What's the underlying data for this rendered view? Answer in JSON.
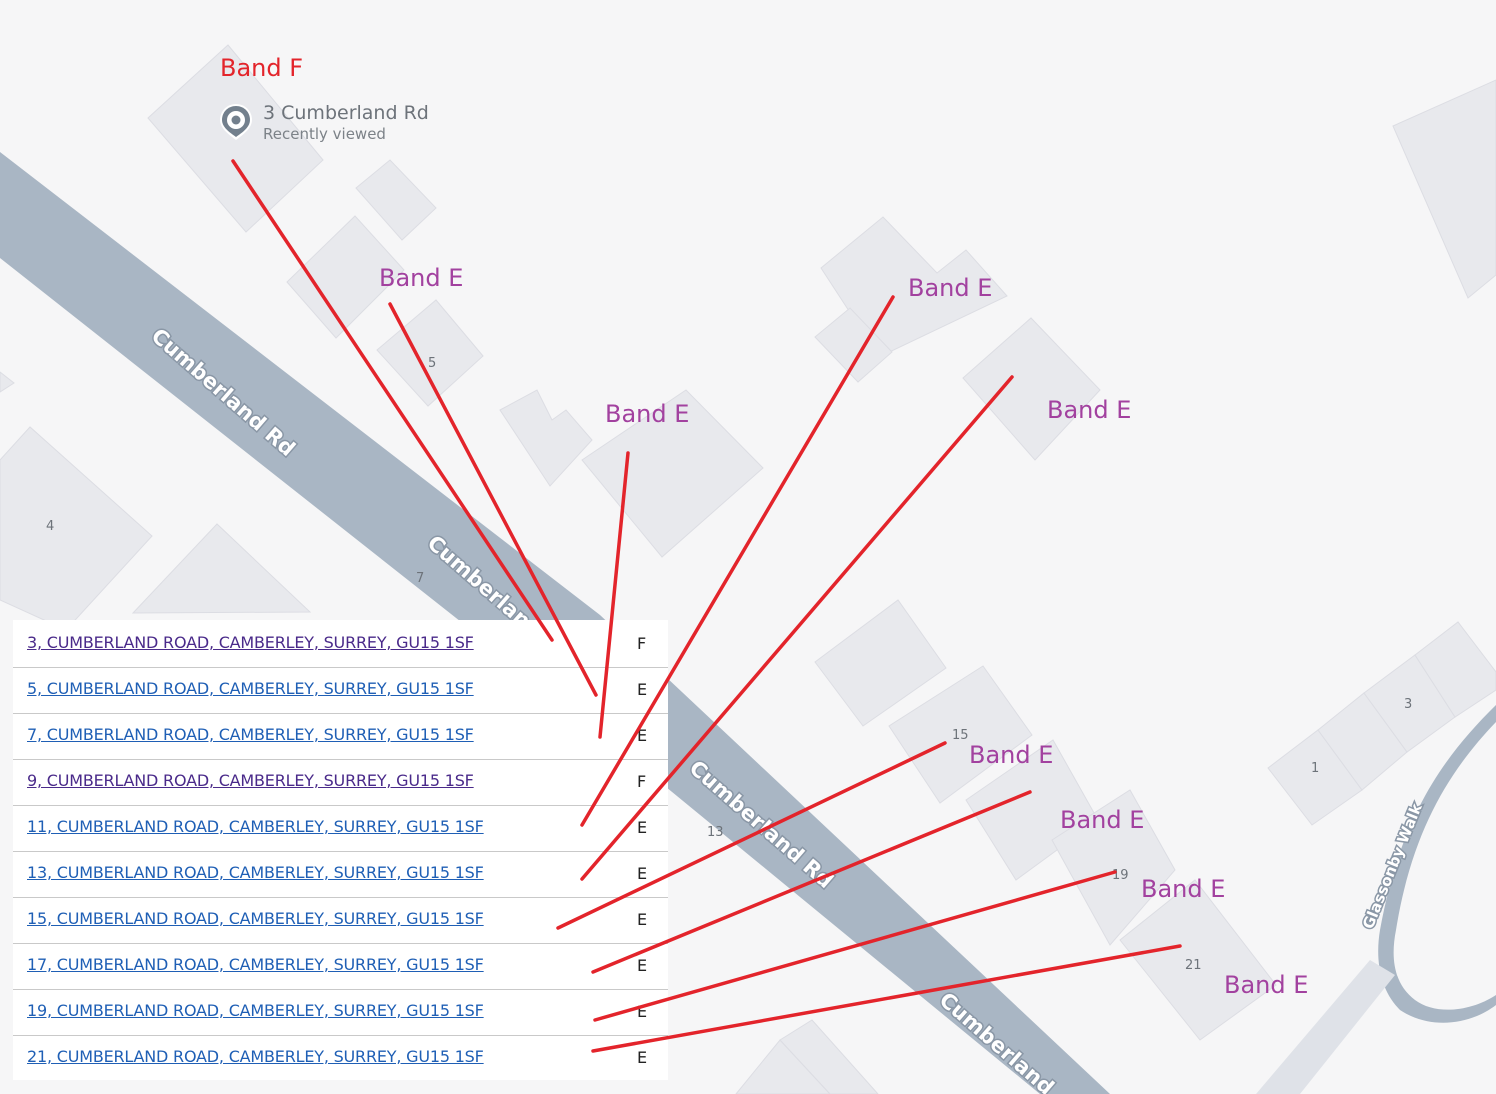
{
  "map": {
    "road_name": "Cumberland Rd",
    "road_label_partial": "Cumberland",
    "walk_name": "Glassonby Walk",
    "house_numbers": [
      "5",
      "4",
      "7",
      "13",
      "15",
      "19",
      "21",
      "1",
      "3"
    ]
  },
  "marker": {
    "title": "3 Cumberland Rd",
    "subtitle": "Recently viewed",
    "icon": "location-pin-icon"
  },
  "bands": [
    {
      "label": "Band F",
      "color": "#e3242b"
    },
    {
      "label": "Band E",
      "color": "#a2419f"
    },
    {
      "label": "Band E",
      "color": "#a2419f"
    },
    {
      "label": "Band E",
      "color": "#a2419f"
    },
    {
      "label": "Band E",
      "color": "#a2419f"
    },
    {
      "label": "Band E",
      "color": "#a2419f"
    },
    {
      "label": "Band E",
      "color": "#a2419f"
    },
    {
      "label": "Band E",
      "color": "#a2419f"
    },
    {
      "label": "Band E",
      "color": "#a2419f"
    }
  ],
  "results": [
    {
      "address": "3, CUMBERLAND ROAD, CAMBERLEY, SURREY, GU15 1SF",
      "band": "F",
      "visited": true
    },
    {
      "address": "5, CUMBERLAND ROAD, CAMBERLEY, SURREY, GU15 1SF",
      "band": "E",
      "visited": false
    },
    {
      "address": "7, CUMBERLAND ROAD, CAMBERLEY, SURREY, GU15 1SF",
      "band": "E",
      "visited": false
    },
    {
      "address": "9, CUMBERLAND ROAD, CAMBERLEY, SURREY, GU15 1SF",
      "band": "F",
      "visited": true
    },
    {
      "address": "11, CUMBERLAND ROAD, CAMBERLEY, SURREY, GU15 1SF",
      "band": "E",
      "visited": false
    },
    {
      "address": "13, CUMBERLAND ROAD, CAMBERLEY, SURREY, GU15 1SF",
      "band": "E",
      "visited": false
    },
    {
      "address": "15, CUMBERLAND ROAD, CAMBERLEY, SURREY, GU15 1SF",
      "band": "E",
      "visited": false
    },
    {
      "address": "17, CUMBERLAND ROAD, CAMBERLEY, SURREY, GU15 1SF",
      "band": "E",
      "visited": false
    },
    {
      "address": "19, CUMBERLAND ROAD, CAMBERLEY, SURREY, GU15 1SF",
      "band": "E",
      "visited": false
    },
    {
      "address": "21, CUMBERLAND ROAD, CAMBERLEY, SURREY, GU15 1SF",
      "band": "E",
      "visited": false
    }
  ],
  "colors": {
    "road": "#a9b6c4",
    "building": "#e8e9ed",
    "link": "#1f5fb5",
    "link_visited": "#4a2a8a",
    "annotation_line": "#e3242b"
  }
}
